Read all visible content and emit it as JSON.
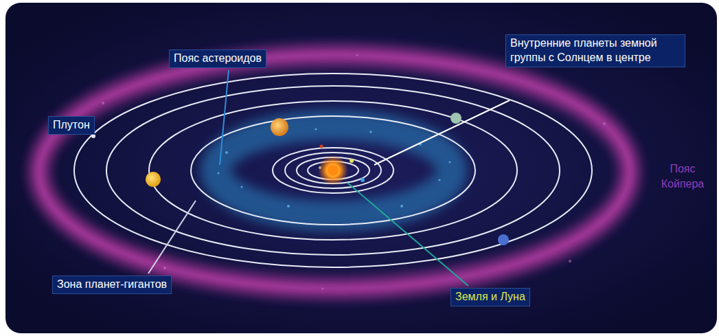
{
  "diagram": {
    "nodes": [
      {
        "text": [
          "Пояс астероидов"
        ]
      },
      {
        "text": [
          "Внутренние планеты земной группы с Солнцем в центре"
        ]
      },
      {
        "text": [
          "Плутон"
        ]
      },
      {
        "text": [
          "Зона планет-гигантов"
        ]
      },
      {
        "text": [
          "Земля и Луна"
        ]
      }
    ],
    "labels": [
      "Пояс Койпера"
    ]
  }
}
